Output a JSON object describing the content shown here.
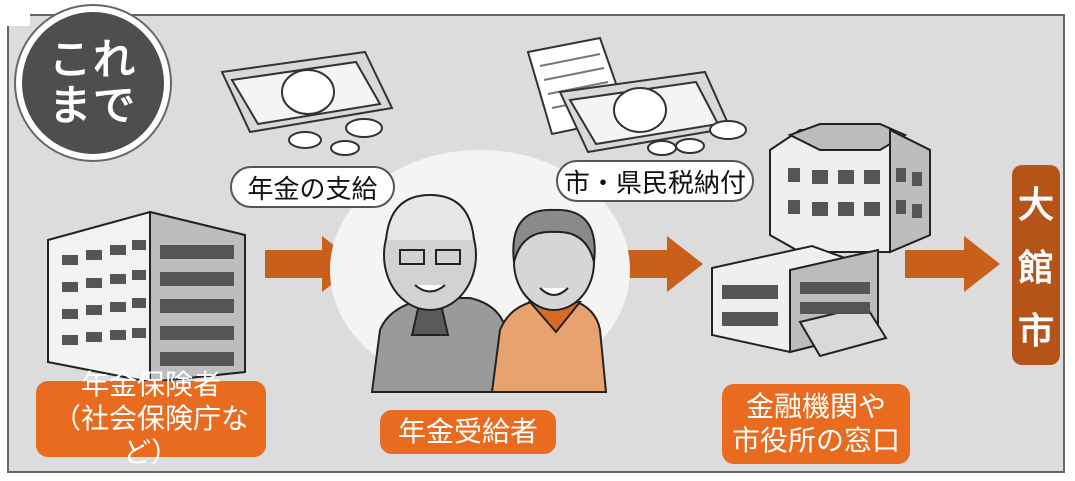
{
  "badge": {
    "line1": "これ",
    "line2": "まで"
  },
  "labels": {
    "pension_payment": "年金の支給",
    "tax_payment": "市・県民税納付",
    "insurer_line1": "年金保険者",
    "insurer_line2": "（社会保険庁など）",
    "recipient": "年金受給者",
    "bank_line1": "金融機関や",
    "bank_line2": "市役所の窓口"
  },
  "city": {
    "chars": [
      "大",
      "館",
      "市"
    ]
  },
  "colors": {
    "panel": "#dcdcdc",
    "orange": "#e86b1f",
    "city": "#b55418",
    "badge": "#4e4e4e",
    "arrow": "#c8601c"
  },
  "icons": [
    "office-building-icon",
    "banknote-icon",
    "coin-icon",
    "document-icon",
    "elderly-couple-icon",
    "city-hall-icon",
    "bank-building-icon",
    "arrow-right-icon"
  ]
}
